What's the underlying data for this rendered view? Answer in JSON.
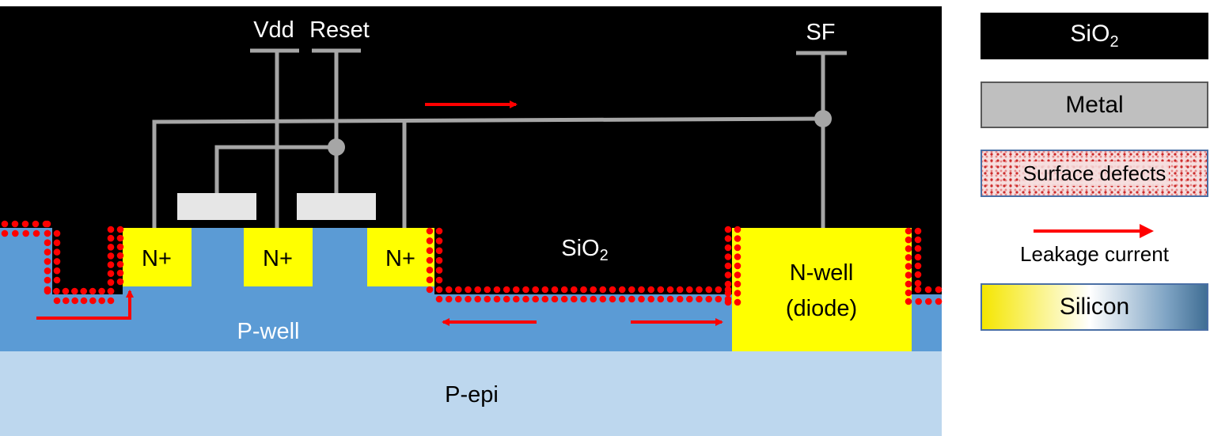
{
  "diagram": {
    "labels": {
      "vdd": "Vdd",
      "reset": "Reset",
      "sf": "SF",
      "sio2_base": "SiO",
      "sio2_sub": "2",
      "n_plus_1": "N+",
      "n_plus_2": "N+",
      "n_plus_3": "N+",
      "n_well_line1": "N-well",
      "n_well_line2": "(diode)",
      "p_well": "P-well",
      "p_epi": "P-epi"
    },
    "colors": {
      "sio2": "#000000",
      "metal": "#a6a6a6",
      "gate": "#e6e6e6",
      "n_plus": "#ffff00",
      "p_well": "#5b9bd5",
      "p_epi": "#bdd7ee",
      "defect": "#ff0000",
      "leakage": "#ff0000"
    }
  },
  "legend": {
    "sio2_base": "SiO",
    "sio2_sub": "2",
    "metal": "Metal",
    "surface_defects": "Surface defects",
    "leakage_current": "Leakage current",
    "silicon": "Silicon"
  }
}
